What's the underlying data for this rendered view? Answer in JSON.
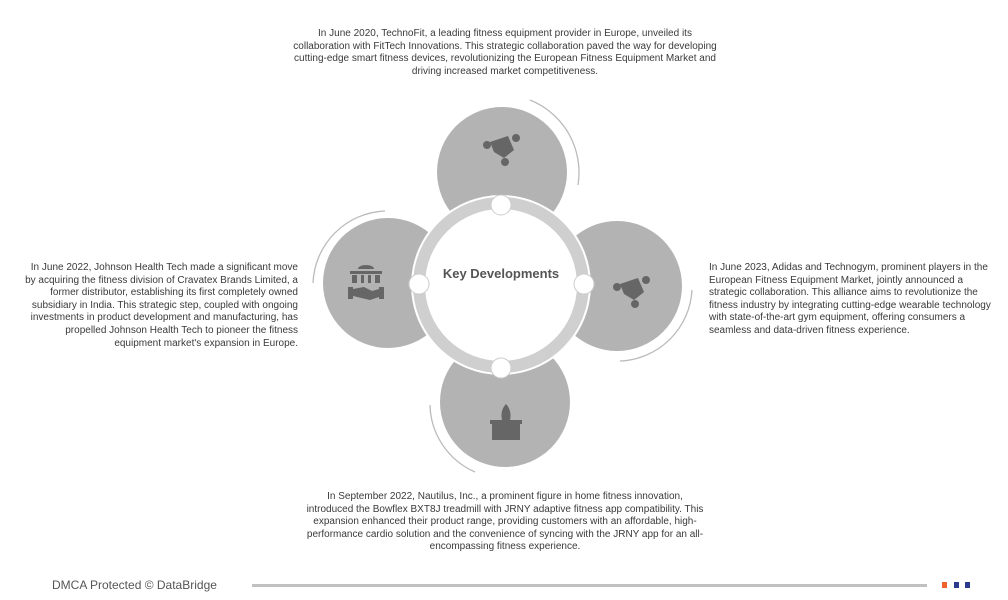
{
  "diagram": {
    "center_title": "Key Developments",
    "developments": [
      {
        "position": "top",
        "icon": "collaboration-people-icon",
        "text": "In June 2020, TechnoFit, a leading fitness equipment provider in Europe, unveiled its collaboration with FitTech Innovations. This strategic collaboration paved the way for developing cutting-edge smart fitness devices, revolutionizing the European Fitness Equipment Market and driving increased market competitiveness."
      },
      {
        "position": "right",
        "icon": "collaboration-people-icon",
        "text": "In June 2023, Adidas and Technogym, prominent players in the European Fitness Equipment Market, jointly announced a strategic collaboration. This alliance aims to revolutionize the fitness industry by integrating cutting-edge wearable technology with state-of-the-art gym equipment, offering consumers a seamless and data-driven fitness experience."
      },
      {
        "position": "bottom",
        "icon": "product-launch-icon",
        "text": "In September 2022, Nautilus, Inc., a prominent figure in home fitness innovation, introduced the Bowflex BXT8J treadmill with JRNY adaptive fitness app compatibility. This expansion enhanced their product range, providing customers with an affordable, high-performance cardio solution and the convenience of syncing with the JRNY app for an all-encompassing fitness experience."
      },
      {
        "position": "left",
        "icon": "acquisition-handshake-icon",
        "text": "In June 2022, Johnson Health Tech made a significant move by acquiring the fitness division of Cravatex Brands Limited, a former distributor, establishing its first completely owned subsidiary in India. This strategic step, coupled with ongoing investments in product development and manufacturing, has propelled Johnson Health Tech to pioneer the fitness equipment market's expansion in Europe."
      }
    ]
  },
  "footer": {
    "text": "DMCA Protected © DataBridge",
    "colors": [
      "#f0622d",
      "#2b3a8c",
      "#2b3a8c"
    ]
  }
}
